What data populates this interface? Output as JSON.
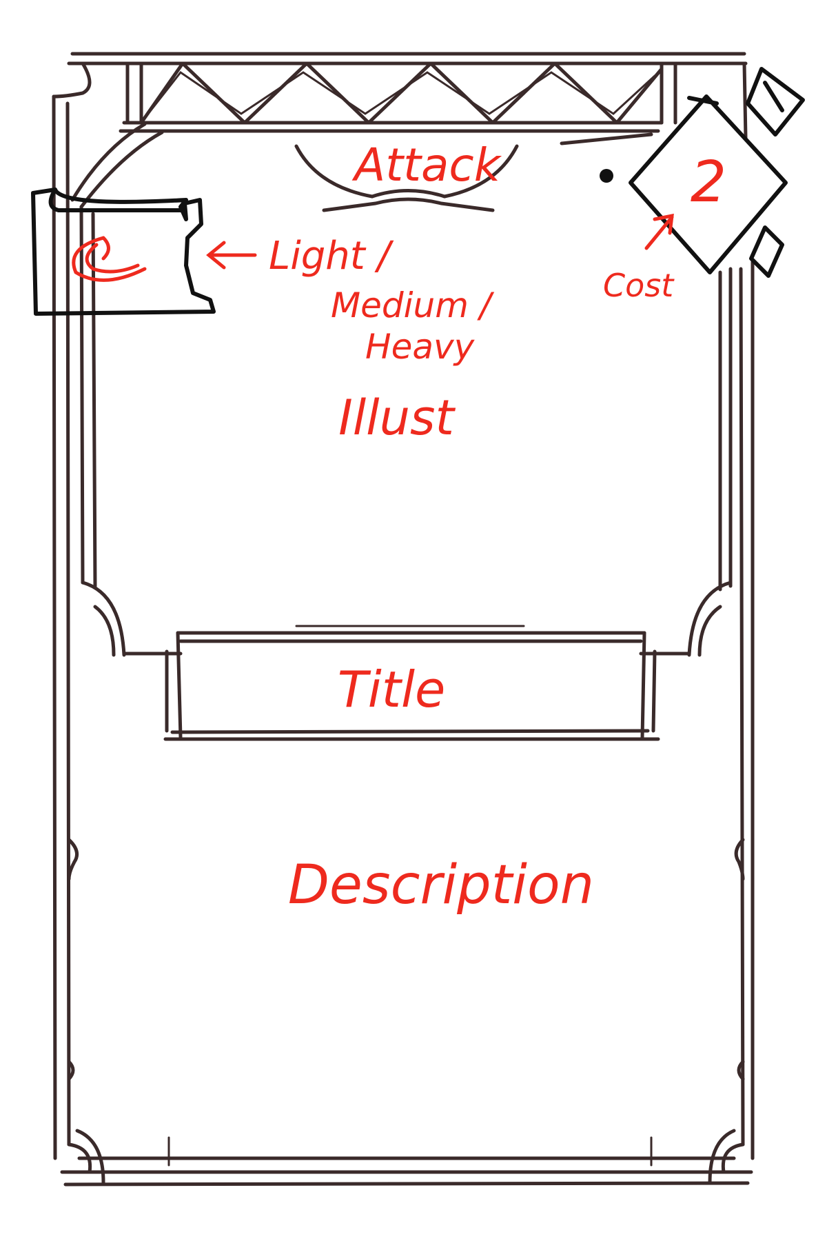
{
  "card": {
    "type_label": "Attack",
    "cost_value": "2",
    "cost_annotation": "Cost",
    "weight_annotation_line1": "Light /",
    "weight_annotation_line2": "Medium /",
    "weight_annotation_line3": "Heavy",
    "illustration_label": "Illust",
    "title_label": "Title",
    "description_label": "Description"
  },
  "icons": {
    "weight_badge": "crescent-moon-icon",
    "cost_gem": "diamond-gem-icon"
  },
  "colors": {
    "annotation": "#ee2a1e",
    "frame_ink": "#3a2a2a",
    "background": "#ffffff"
  }
}
